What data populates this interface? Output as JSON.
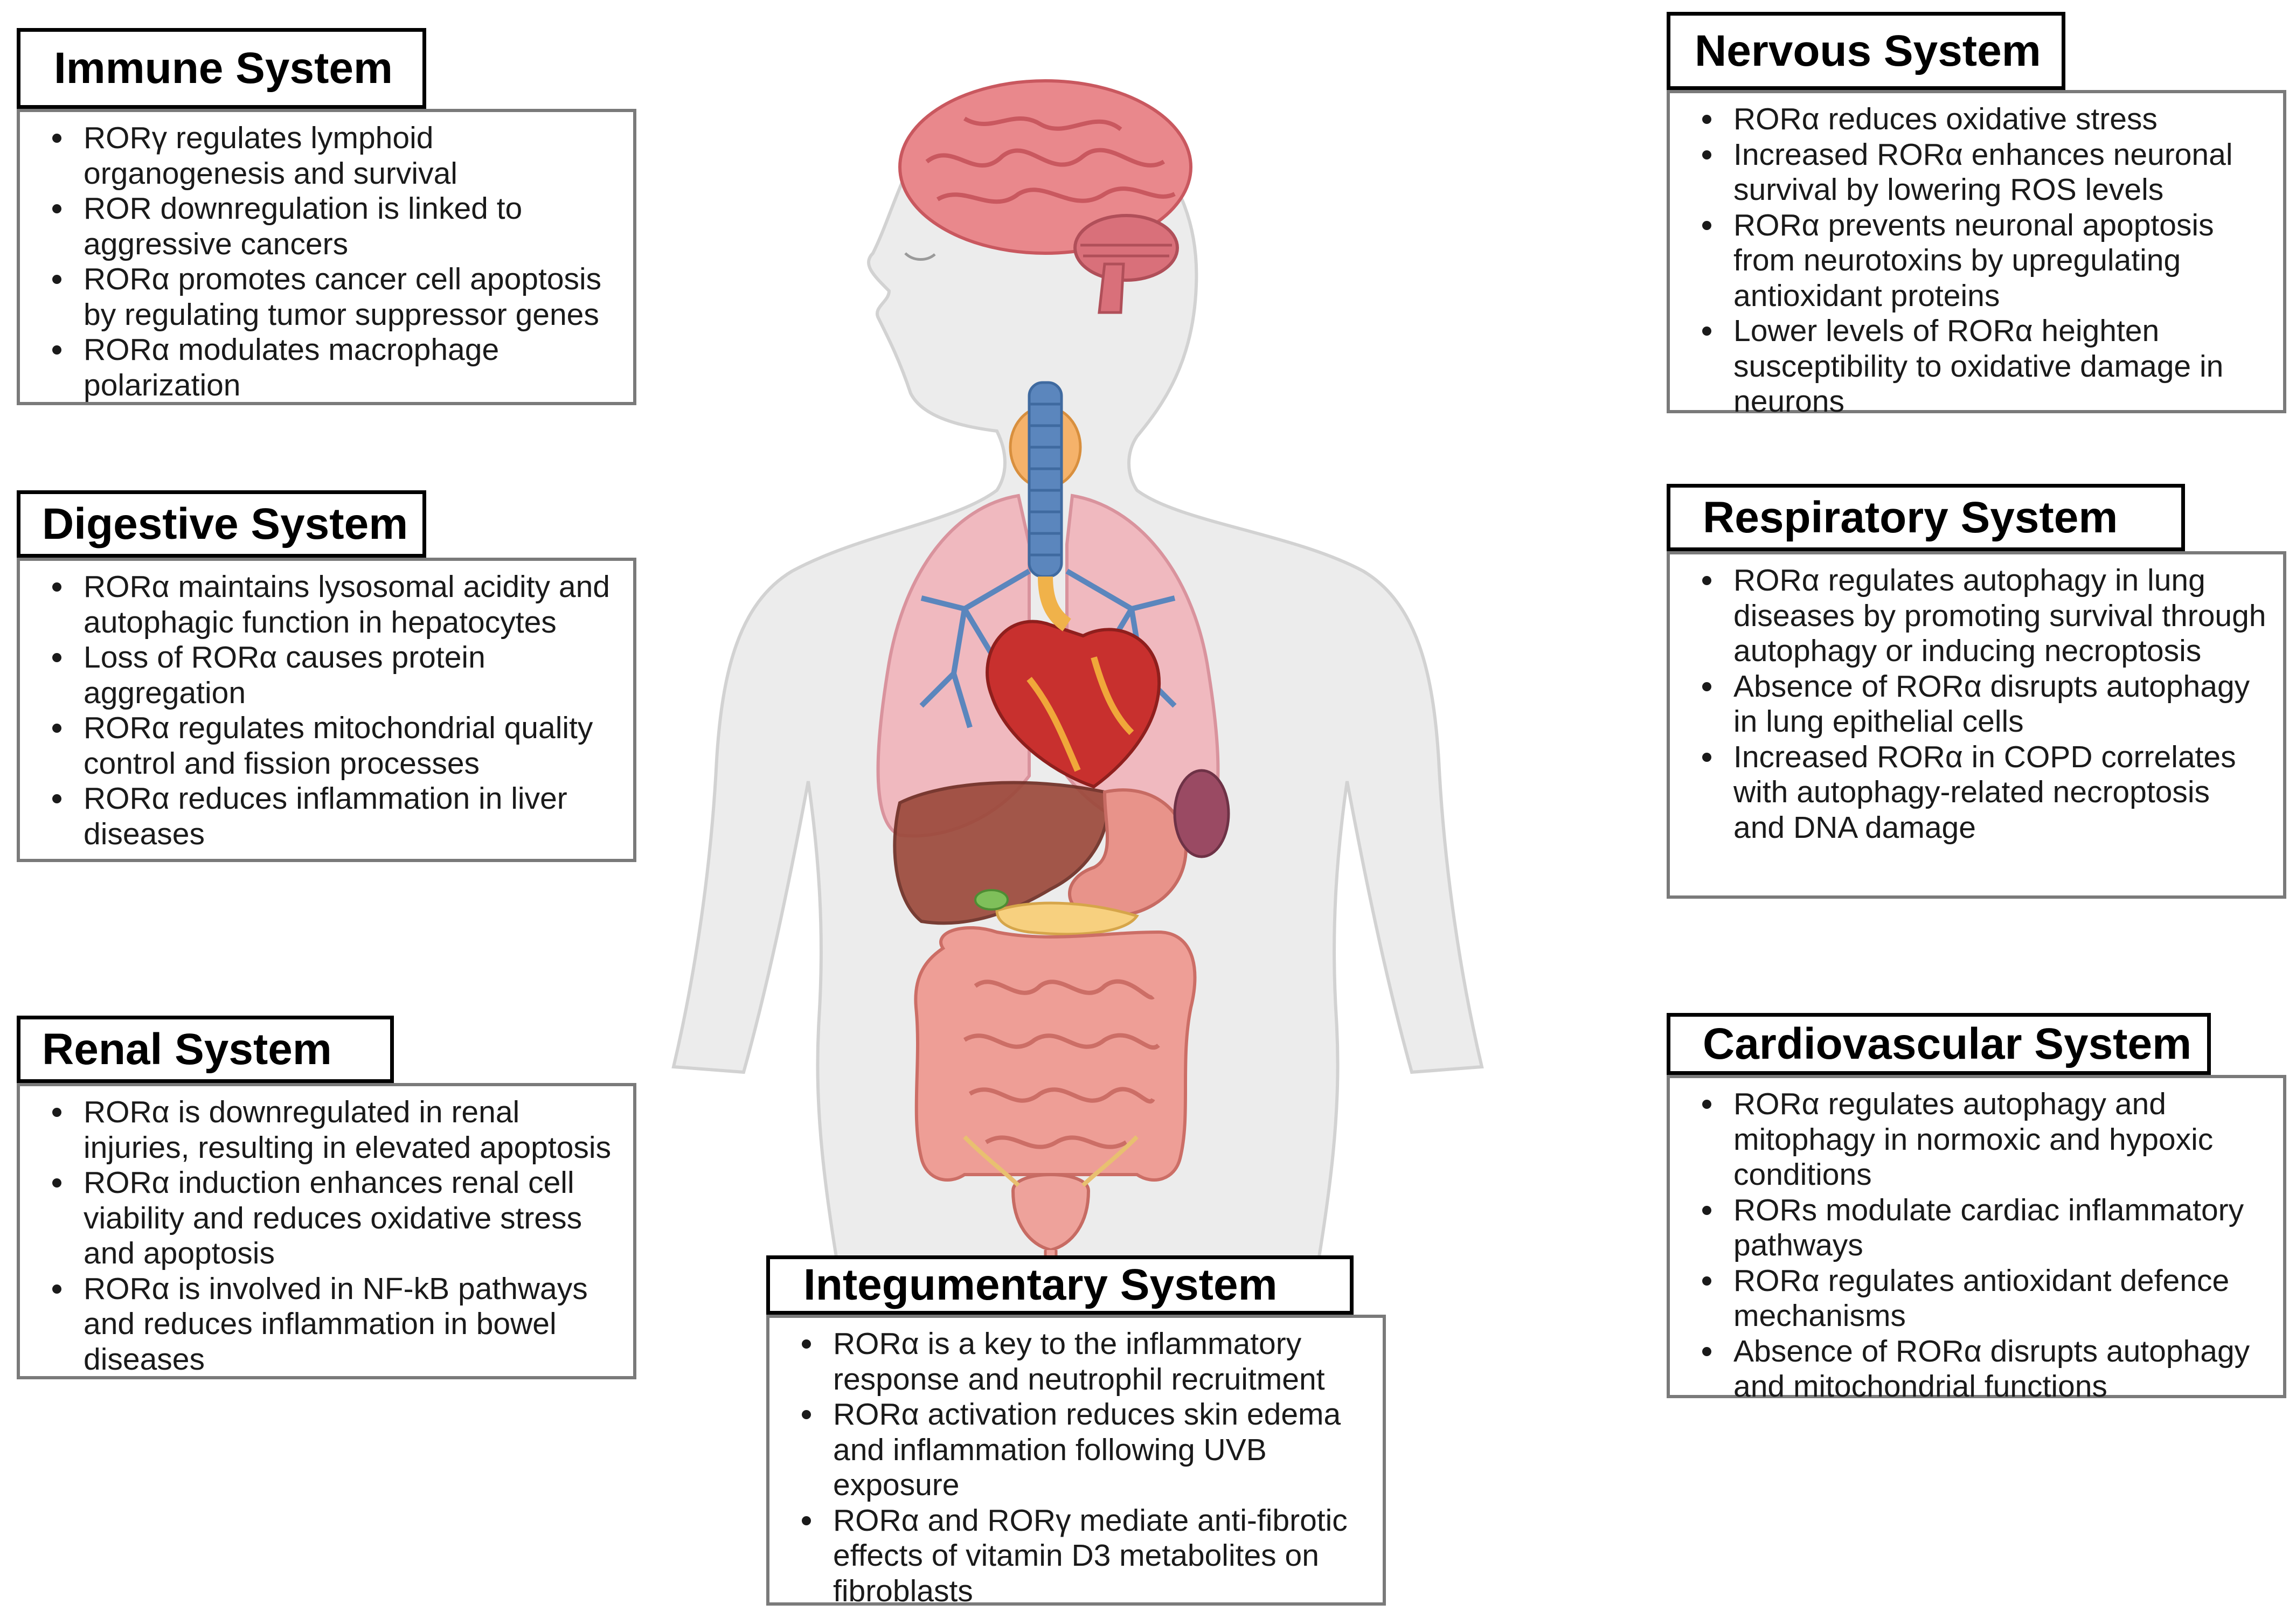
{
  "panels": {
    "immune": {
      "title": "Immune System",
      "items": [
        "RORγ regulates lymphoid organogenesis and survival",
        "ROR downregulation is linked to aggressive cancers",
        "RORα promotes cancer cell apoptosis by regulating tumor suppressor genes",
        "RORα modulates macrophage polarization"
      ]
    },
    "digestive": {
      "title": "Digestive System",
      "items": [
        "RORα maintains lysosomal acidity and autophagic function in hepatocytes",
        "Loss of RORα causes protein aggregation",
        "RORα regulates mitochondrial quality control and fission processes",
        "RORα reduces inflammation in liver diseases"
      ]
    },
    "renal": {
      "title": "Renal System",
      "items": [
        "RORα is downregulated in renal injuries, resulting in elevated apoptosis",
        "RORα induction enhances renal cell viability and reduces oxidative stress and apoptosis",
        "RORα is involved in NF-kB pathways and reduces inflammation in bowel diseases"
      ]
    },
    "integumentary": {
      "title": "Integumentary System",
      "items": [
        "RORα is a key to the inflammatory response and neutrophil recruitment",
        "RORα activation reduces skin edema and inflammation following UVB exposure",
        "RORα and RORγ mediate anti-fibrotic effects of vitamin D3 metabolites on fibroblasts"
      ]
    },
    "nervous": {
      "title": "Nervous System",
      "items": [
        "RORα reduces oxidative stress",
        "Increased RORα enhances neuronal survival by lowering ROS levels",
        "RORα prevents neuronal apoptosis from neurotoxins by upregulating antioxidant proteins",
        "Lower levels of RORα heighten susceptibility to oxidative damage in neurons"
      ]
    },
    "respiratory": {
      "title": "Respiratory System",
      "items": [
        "RORα regulates autophagy in lung diseases by promoting survival through autophagy or inducing necroptosis",
        "Absence of RORα disrupts autophagy in lung epithelial cells",
        "Increased RORα in COPD correlates with autophagy-related necroptosis and DNA damage"
      ]
    },
    "cardiovascular": {
      "title": "Cardiovascular System",
      "items": [
        "RORα regulates autophagy and mitophagy in normoxic and hypoxic conditions",
        "RORs modulate cardiac inflammatory pathways",
        "RORα regulates antioxidant defence mechanisms",
        "Absence of RORα disrupts autophagy and mitochondrial functions"
      ]
    }
  },
  "colors": {
    "skin": "#ececec",
    "skin_outline": "#d2d2d2",
    "brain": "#e9888c",
    "lung": "#f1b4bb",
    "trachea": "#5b86bd",
    "thyroid": "#f5b26a",
    "heart": "#c8302e",
    "liver": "#9c4a3c",
    "stomach": "#e8938a",
    "intestine": "#ee9e96",
    "bladder": "#eea29b",
    "title_border": "#000000",
    "body_border": "#7a7a7a"
  }
}
